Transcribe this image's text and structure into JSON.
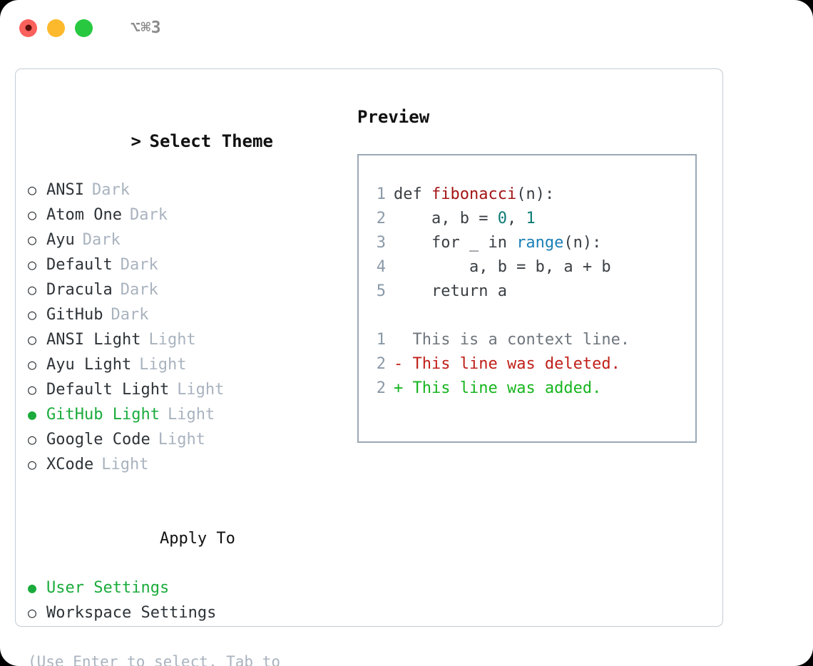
{
  "window": {
    "traffic_lights": [
      {
        "name": "close-button",
        "color": "#f9615c"
      },
      {
        "name": "minimize-button",
        "color": "#fcb92b"
      },
      {
        "name": "maximize-button",
        "color": "#28c840"
      }
    ],
    "shortcut": "⌥⌘3"
  },
  "theme_picker": {
    "heading": "Select Theme",
    "heading_marker": ">",
    "bullet_unselected": "○",
    "bullet_selected": "●",
    "accent_color": "#1aab3c",
    "items": [
      {
        "label": "ANSI",
        "tag": "Dark",
        "selected": false
      },
      {
        "label": "Atom One",
        "tag": "Dark",
        "selected": false
      },
      {
        "label": "Ayu",
        "tag": "Dark",
        "selected": false
      },
      {
        "label": "Default",
        "tag": "Dark",
        "selected": false
      },
      {
        "label": "Dracula",
        "tag": "Dark",
        "selected": false
      },
      {
        "label": "GitHub",
        "tag": "Dark",
        "selected": false
      },
      {
        "label": "ANSI Light",
        "tag": "Light",
        "selected": false
      },
      {
        "label": "Ayu Light",
        "tag": "Light",
        "selected": false
      },
      {
        "label": "Default Light",
        "tag": "Light",
        "selected": false
      },
      {
        "label": "GitHub Light",
        "tag": "Light",
        "selected": true
      },
      {
        "label": "Google Code",
        "tag": "Light",
        "selected": false
      },
      {
        "label": "XCode",
        "tag": "Light",
        "selected": false
      }
    ]
  },
  "apply_to": {
    "heading": "Apply To",
    "items": [
      {
        "label": "User Settings",
        "selected": true
      },
      {
        "label": "Workspace Settings",
        "selected": false
      }
    ]
  },
  "hint": "(Use Enter to select, Tab to change focus)",
  "preview": {
    "title": "Preview",
    "code_lines": [
      {
        "number": "1",
        "tokens": [
          {
            "text": "def ",
            "style": "kw"
          },
          {
            "text": "fibonacci",
            "style": "fn"
          },
          {
            "text": "(n):",
            "style": "plain"
          }
        ]
      },
      {
        "number": "2",
        "tokens": [
          {
            "text": "    a, b = ",
            "style": "plain"
          },
          {
            "text": "0",
            "style": "num"
          },
          {
            "text": ", ",
            "style": "plain"
          },
          {
            "text": "1",
            "style": "num"
          }
        ]
      },
      {
        "number": "3",
        "tokens": [
          {
            "text": "    for _ in ",
            "style": "kw"
          },
          {
            "text": "range",
            "style": "bi"
          },
          {
            "text": "(n):",
            "style": "plain"
          }
        ]
      },
      {
        "number": "4",
        "tokens": [
          {
            "text": "        a, b = b, a + b",
            "style": "plain"
          }
        ]
      },
      {
        "number": "5",
        "tokens": [
          {
            "text": "    return a",
            "style": "kw"
          }
        ]
      }
    ],
    "diff_lines": [
      {
        "number": "1",
        "sign": " ",
        "text": "This is a context line.",
        "kind": "context"
      },
      {
        "number": "2",
        "sign": "-",
        "text": "This line was deleted.",
        "kind": "deleted"
      },
      {
        "number": "2",
        "sign": "+",
        "text": "This line was added.",
        "kind": "added"
      }
    ],
    "colors": {
      "function": "#a31515",
      "number": "#0b7a75",
      "builtin": "#1a7fb5",
      "deleted": "#c0201a",
      "added": "#17b51f",
      "context": "#6f767d",
      "gutter": "#8a99a8"
    }
  }
}
